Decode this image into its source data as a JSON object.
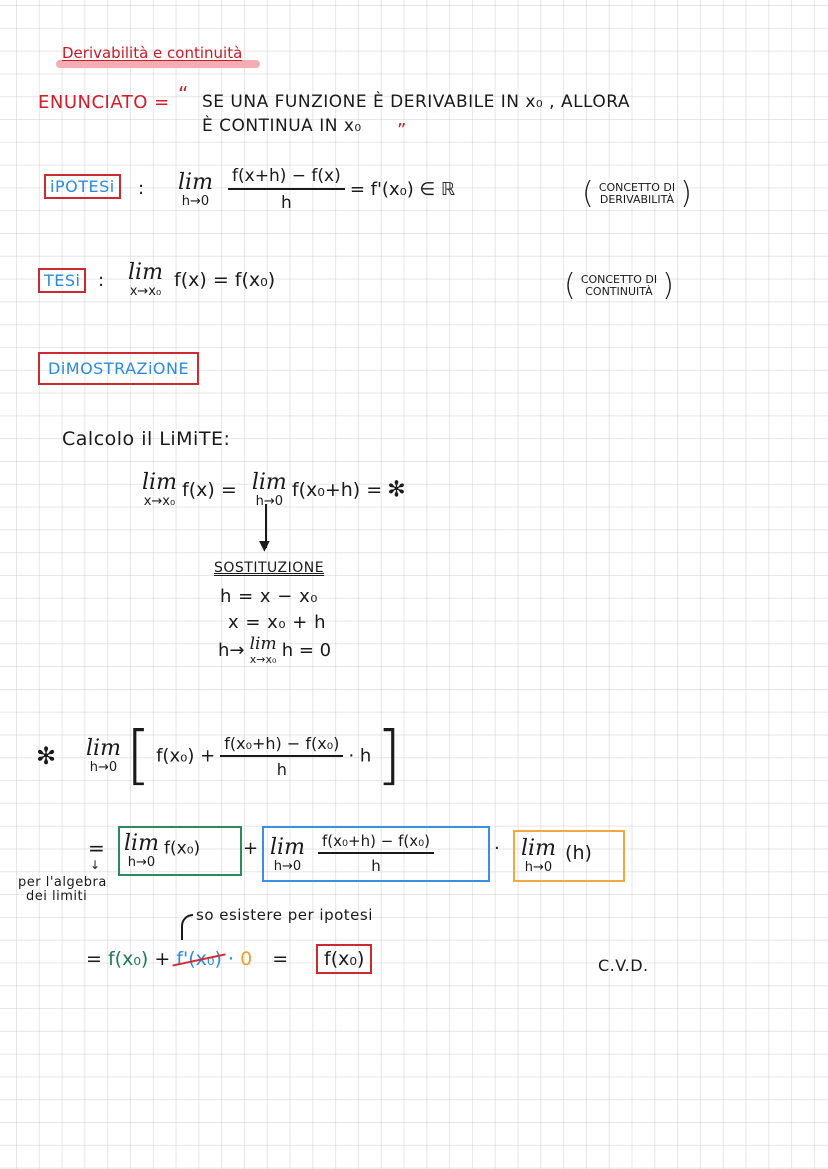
{
  "title": "Derivabilità e continuità",
  "enunciato": {
    "label": "ENUNCIATO =",
    "open_quote": "“",
    "line1": "SE UNA FUNZIONE È DERIVABILE IN x₀ , ALLORA",
    "line2": "È CONTINUA IN x₀",
    "close_quote": "”"
  },
  "ipotesi": {
    "label": "iPOTESi",
    "colon": ":",
    "lim": "lim",
    "lim_sub": "h→0",
    "numerator": "f(x+h) − f(x)",
    "denominator": "h",
    "result": "= f'(x₀) ∈ ℝ",
    "note_line1": "CONCETTO DI",
    "note_line2": "DERIVABILITÀ"
  },
  "tesi": {
    "label": "TESi",
    "colon": ":",
    "lim": "lim",
    "lim_sub": "x→x₀",
    "expr": "f(x) = f(x₀)",
    "note_line1": "CONCETTO DI",
    "note_line2": "CONTINUITÀ"
  },
  "dimostrazione": {
    "label": "DiMOSTRAZiONE",
    "intro": "Calcolo il LiMiTE:",
    "step1": {
      "lim1": "lim",
      "lim1_sub": "x→x₀",
      "expr1": "f(x) =",
      "lim2": "lim",
      "lim2_sub": "h→0",
      "expr2": "f(x₀+h) =",
      "star": "✻"
    },
    "substitution": {
      "heading": "SOSTITUZIONE",
      "line1": "h = x − x₀",
      "line2": "x = x₀ + h",
      "line3_pre": "h→",
      "line3_lim": "lim",
      "line3_sub": "x→x₀",
      "line3_post": "h = 0"
    },
    "step2": {
      "star": "✻",
      "lim": "lim",
      "lim_sub": "h→0",
      "term1": "f(x₀) +",
      "numerator": "f(x₀+h) − f(x₀)",
      "denominator": "h",
      "tail": "· h"
    },
    "step3": {
      "eq": "=",
      "green_lim": "lim",
      "green_sub": "h→0",
      "green_expr": "f(x₀)",
      "plus": "+",
      "blue_lim": "lim",
      "blue_sub": "h→0",
      "blue_num": "f(x₀+h) − f(x₀)",
      "blue_den": "h",
      "dot": "·",
      "orange_lim": "lim",
      "orange_sub": "h→0",
      "orange_expr": "(h)",
      "note_arrow": "↓",
      "note_line1": "per l'algebra",
      "note_line2": "dei limiti"
    },
    "step4": {
      "annotation": "so esistere per ipotesi",
      "eq": "=",
      "green": "f(x₀)",
      "plus": "+",
      "blue_struck": "f'(x₀)",
      "dot": "·",
      "orange": "0",
      "eq2": "=",
      "result": "f(x₀)",
      "cvd": "C.V.D."
    }
  },
  "colors": {
    "red": "#d01e2a",
    "blue": "#2a8be0",
    "green": "#1f7a55",
    "orange": "#f0a030",
    "highlight": "#f2a0a6",
    "grid": "#c8c8cd"
  }
}
